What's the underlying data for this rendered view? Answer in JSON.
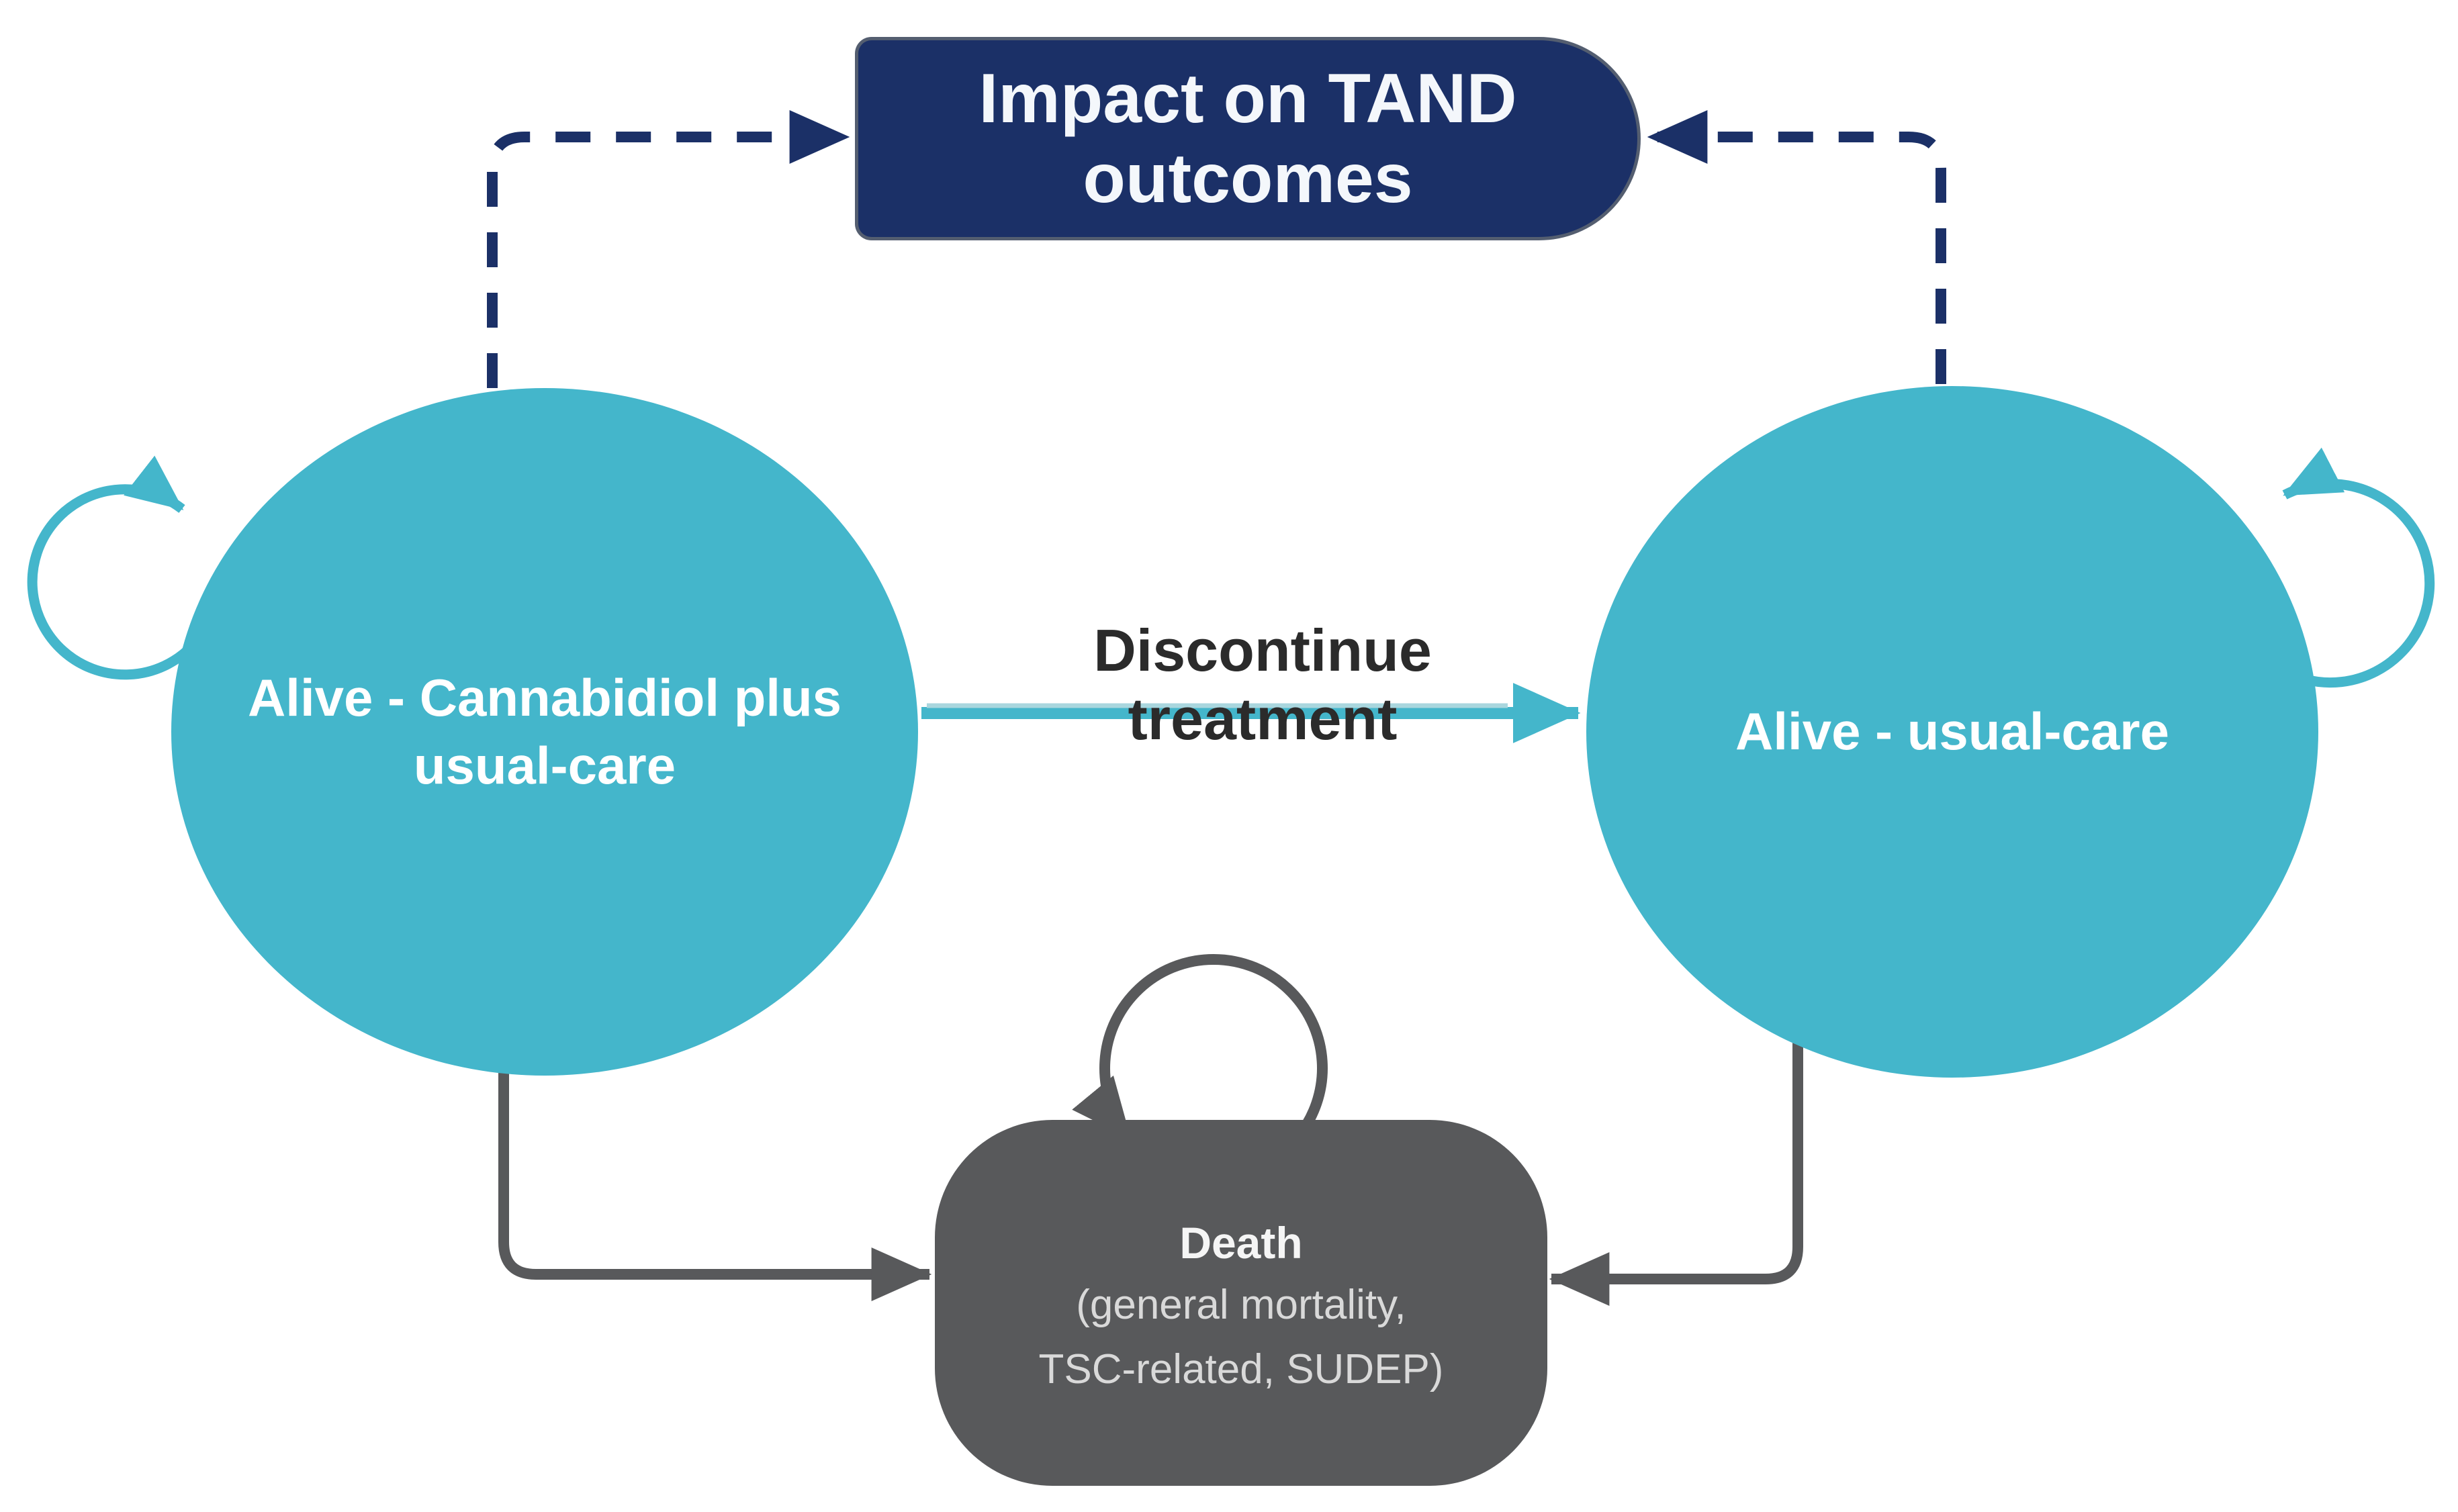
{
  "figure": {
    "type": "markov-state-transition-diagram",
    "impact_node": {
      "lines": [
        "Impact on TAND",
        "outcomes"
      ]
    },
    "states": {
      "alive_cbd": {
        "lines": [
          "Alive - Cannabidiol plus",
          "usual-care"
        ]
      },
      "alive_uc": {
        "label": "Alive - usual-care"
      },
      "death": {
        "title": "Death",
        "subtitle_lines": [
          "(general mortality,",
          "TSC-related, SUDEP)"
        ]
      }
    },
    "transitions": {
      "discontinue_label": "Discontinue treatment"
    },
    "colors": {
      "teal": "#44b6cb",
      "teal_light": "#a9d6de",
      "navy": "#1b3067",
      "gray": "#58595b",
      "label_text": "#2b2b2b",
      "death_subtitle": "#d9d9d9"
    }
  }
}
